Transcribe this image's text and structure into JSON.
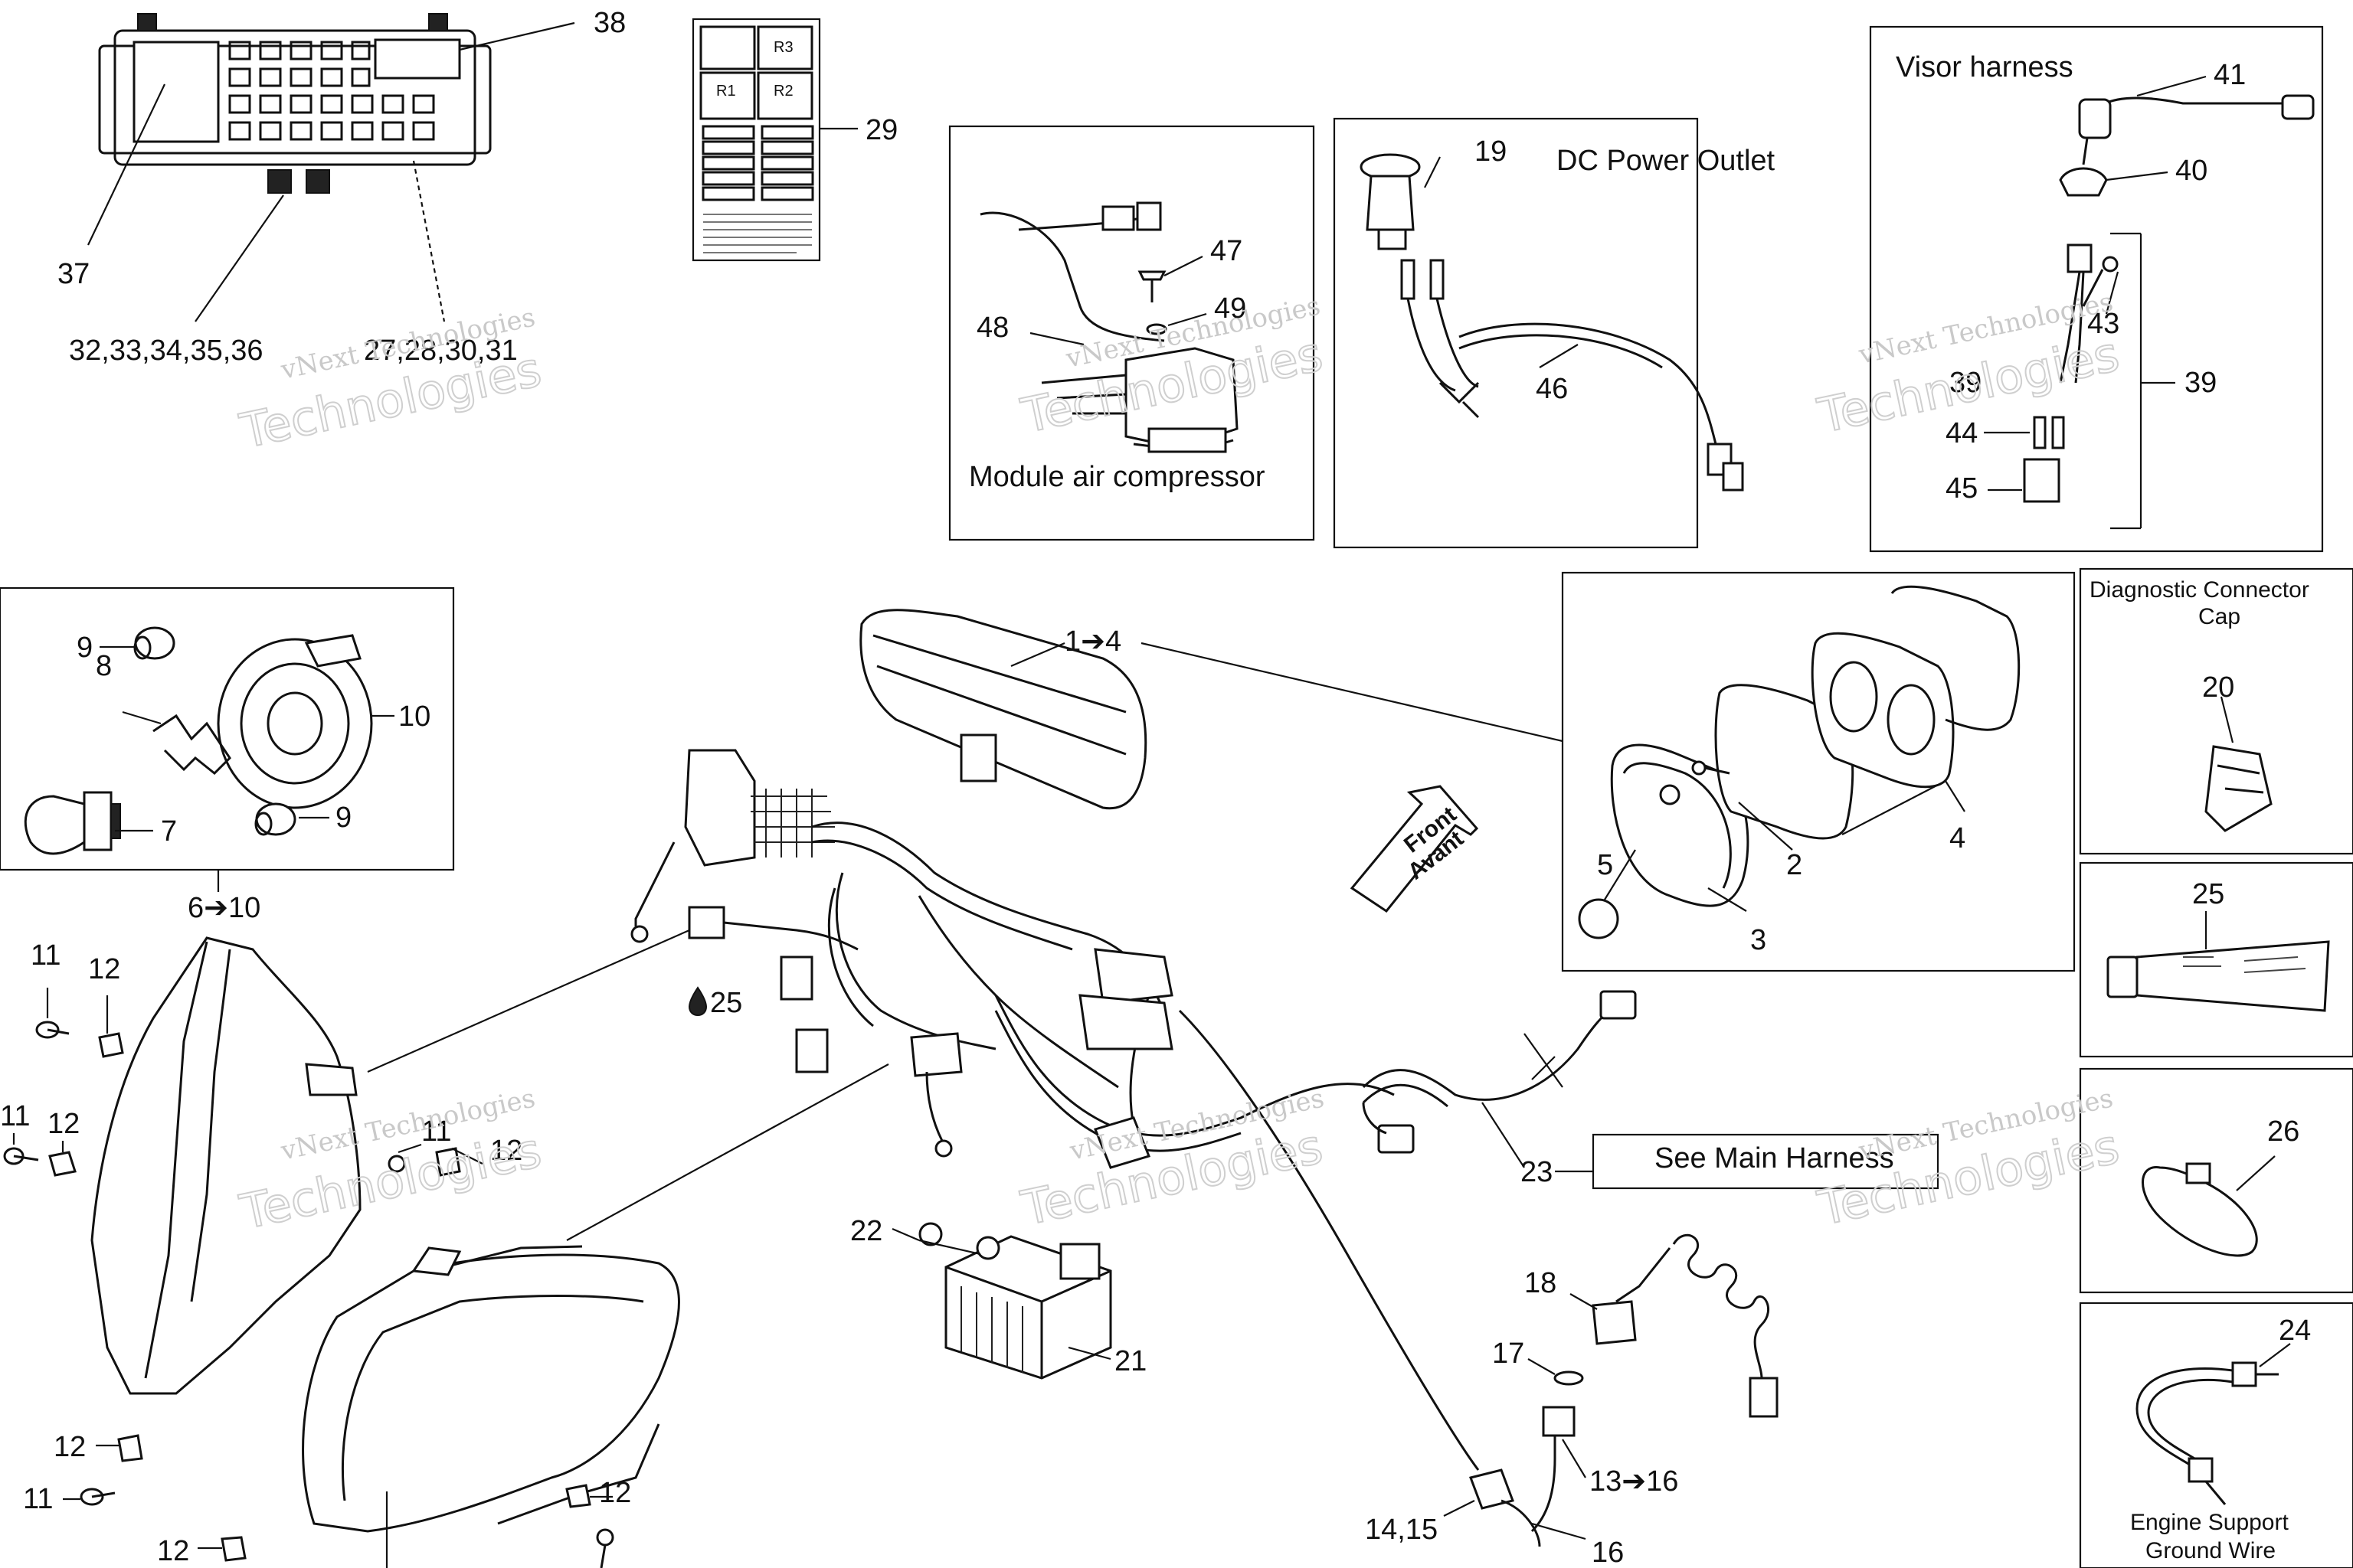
{
  "diagram": {
    "sections": {
      "module_air_compressor": "Module air compressor",
      "dc_power_outlet": "DC Power Outlet",
      "visor_harness": "Visor harness",
      "diagnostic_connector_cap": [
        "Diagnostic Connector",
        "Cap"
      ],
      "engine_support_ground_wire": [
        "Engine Support",
        "Ground Wire"
      ],
      "see_main_harness": "See Main Harness"
    },
    "callouts": {
      "c38": "38",
      "c37": "37",
      "c32_36": "32,33,34,35,36",
      "c27_31": "27,28,30,31",
      "c29": "29",
      "c47": "47",
      "c48": "48",
      "c49": "49",
      "c19": "19",
      "c46": "46",
      "c41": "41",
      "c40": "40",
      "c43": "43",
      "c39": "39",
      "c44": "44",
      "c45": "45",
      "c39b": "39",
      "c9a": "9",
      "c8": "8",
      "c10": "10",
      "c7": "7",
      "c9b": "9",
      "c1_4": "1➔4",
      "c6_10": "6➔10",
      "c11a": "11",
      "c12a": "12",
      "c11b": "11",
      "c12b": "12",
      "c11c": "11",
      "c12c": "12",
      "c12d": "12",
      "c11d": "11",
      "c12e": "12",
      "c12f": "12",
      "c25_drop": "25",
      "c5": "5",
      "c2": "2",
      "c4": "4",
      "c3": "3",
      "c20": "20",
      "c25": "25",
      "c26": "26",
      "c24": "24",
      "c22": "22",
      "c21": "21",
      "c23": "23",
      "c18": "18",
      "c17": "17",
      "c13_16": "13➔16",
      "c14_15": "14,15",
      "c16": "16"
    },
    "front_arrow": [
      "Front",
      "Avant"
    ],
    "watermark": [
      "vNext Technologies",
      "Technologies"
    ],
    "fuse_label": {
      "r3": "R3",
      "r1": "R1",
      "r2": "R2"
    }
  }
}
